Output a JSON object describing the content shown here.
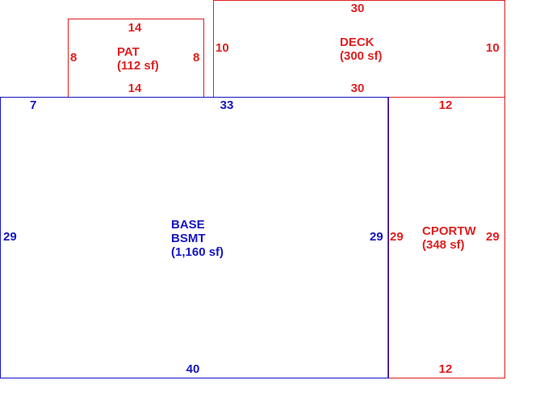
{
  "areas": {
    "pat": {
      "name": "PAT",
      "area": "(112 sf)",
      "dims": {
        "top": "14",
        "bottom": "14",
        "left": "8",
        "right": "8"
      },
      "color": "#e02020"
    },
    "deck": {
      "name": "DECK",
      "area": "(300 sf)",
      "dims": {
        "top": "30",
        "bottom": "30",
        "left": "10",
        "right": "10"
      },
      "color": "#e02020"
    },
    "base": {
      "name_line1": "BASE",
      "name_line2": "BSMT",
      "area": "(1,160 sf)",
      "dims": {
        "top_left": "7",
        "top": "33",
        "bottom": "40",
        "left": "29",
        "right": "29"
      },
      "color": "#1515c0"
    },
    "cportw": {
      "name": "CPORTW",
      "area": "(348 sf)",
      "dims": {
        "top": "12",
        "bottom": "12",
        "left": "29",
        "right": "29"
      },
      "color": "#e02020"
    }
  }
}
